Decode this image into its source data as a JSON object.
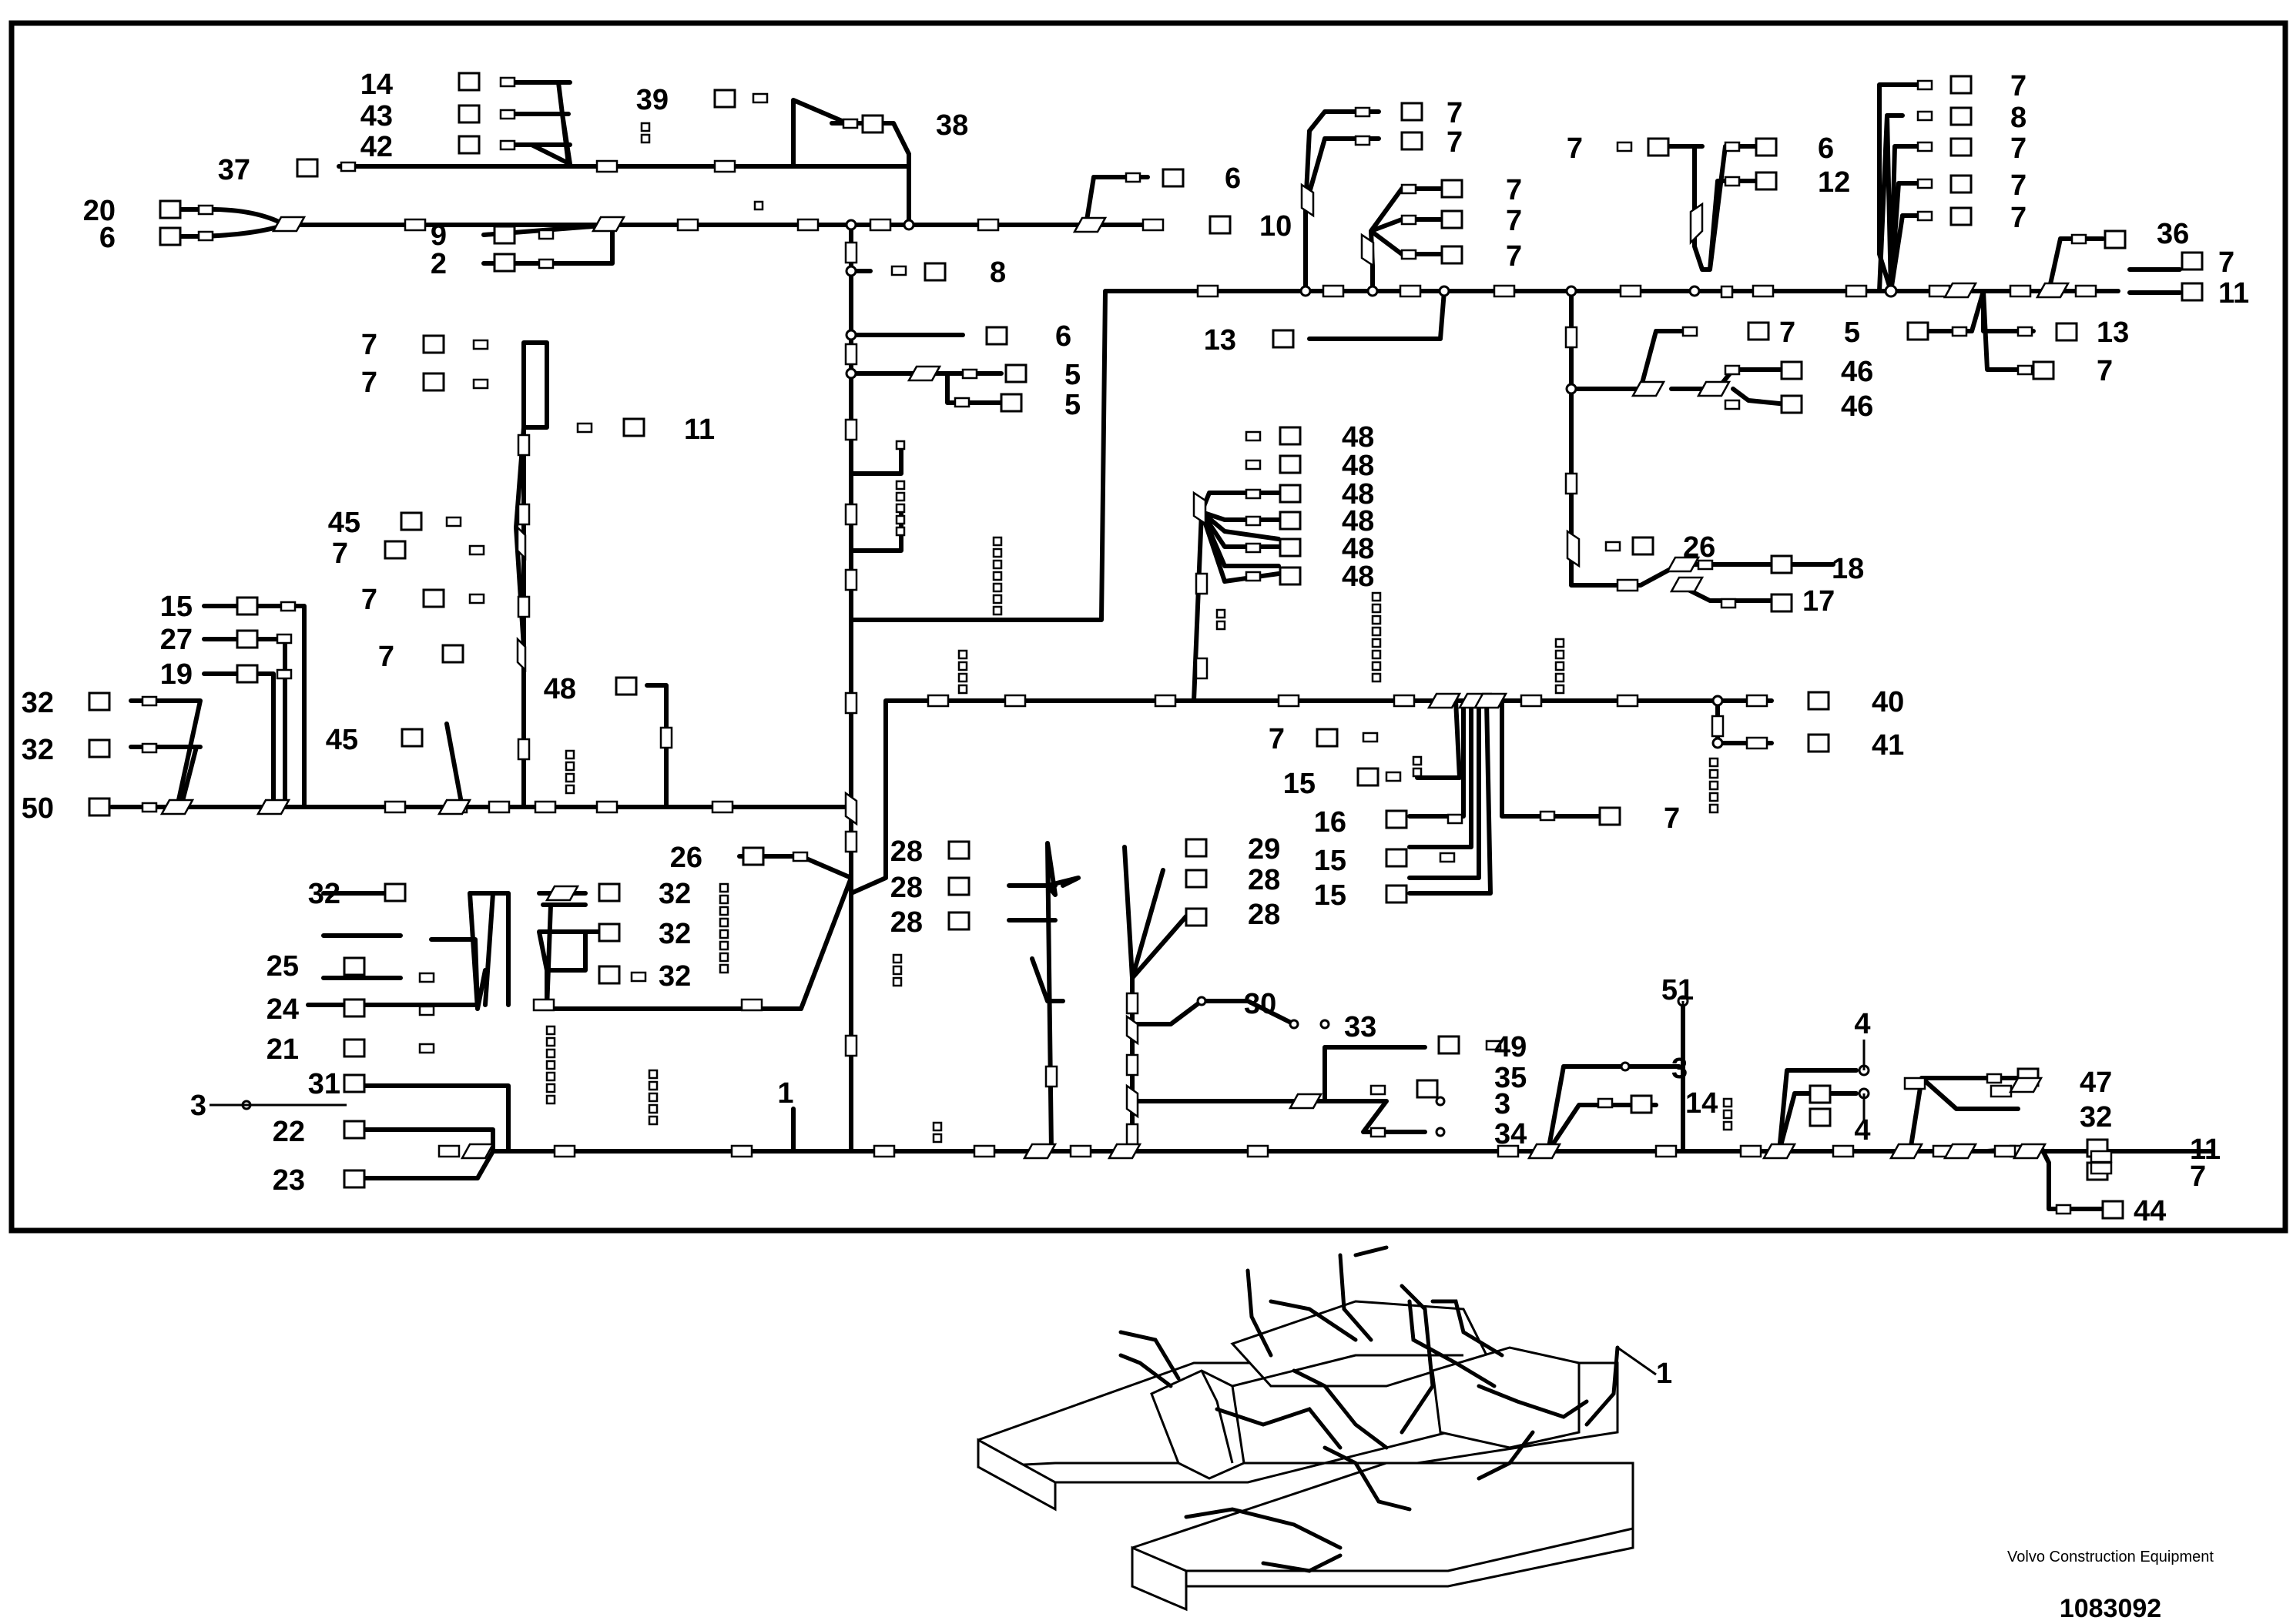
{
  "diagram": {
    "callouts": {
      "c14": "14",
      "c43": "43",
      "c42": "42",
      "c37": "37",
      "c39": "39",
      "c38": "38",
      "c20": "20",
      "c6a": "6",
      "c9": "9",
      "c2": "2",
      "c6b": "6",
      "c10": "10",
      "c8a": "8",
      "c6c": "6",
      "c5a": "5",
      "c5b": "5",
      "c7a": "7",
      "c7b": "7",
      "c11a": "11",
      "c45a": "45",
      "c7c": "7",
      "c7d": "7",
      "c7e": "7",
      "c15a": "15",
      "c27": "27",
      "c19": "19",
      "c32a": "32",
      "c32b": "32",
      "c50": "50",
      "c48a": "48",
      "c45b": "45",
      "c7f": "7",
      "c7g": "7",
      "c7h": "7",
      "c7i": "7",
      "c7j": "7",
      "c13a": "13",
      "c7k": "7",
      "c6d": "6",
      "c12": "12",
      "c7l": "7",
      "c8b": "8",
      "c7m": "7",
      "c7n": "7",
      "c7o": "7",
      "c36": "36",
      "c7p": "7",
      "c11b": "11",
      "c5c": "5",
      "c13b": "13",
      "c7q": "7",
      "c7r": "7",
      "c46a": "46",
      "c46b": "46",
      "c48b": "48",
      "c48c": "48",
      "c48d": "48",
      "c48e": "48",
      "c48f": "48",
      "c48g": "48",
      "c26a": "26",
      "c18": "18",
      "c17": "17",
      "c40": "40",
      "c41": "41",
      "c7s": "7",
      "c15b": "15",
      "c16": "16",
      "c15c": "15",
      "c15d": "15",
      "c7t": "7",
      "c26b": "26",
      "c28a": "28",
      "c28b": "28",
      "c28c": "28",
      "c29": "29",
      "c28d": "28",
      "c28e": "28",
      "c32c": "32",
      "c32d": "32",
      "c32e": "32",
      "c32f": "32",
      "c25": "25",
      "c24": "24",
      "c21": "21",
      "c30": "30",
      "c33": "33",
      "c49": "49",
      "c35": "35",
      "c3a": "3",
      "c34": "34",
      "c51": "51",
      "c3b": "3",
      "c14b": "14",
      "c4a": "4",
      "c4b": "4",
      "c47": "47",
      "c32g": "32",
      "c11c": "11",
      "c7u": "7",
      "c44": "44",
      "c1a": "1",
      "c31": "31",
      "c3c": "3",
      "c22": "22",
      "c23": "23",
      "c1b": "1"
    }
  },
  "footer": {
    "brand": "Volvo Construction Equipment",
    "document_number": "1083092"
  }
}
